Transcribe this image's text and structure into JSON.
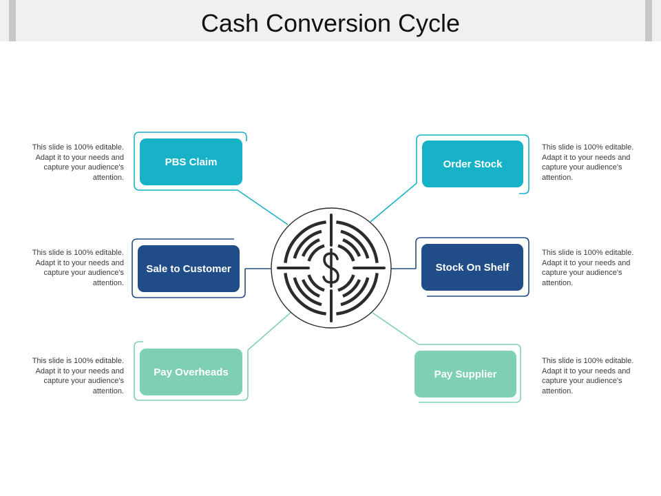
{
  "title": "Cash Conversion Cycle",
  "colors": {
    "teal": "#17b1c8",
    "navy": "#204d87",
    "mint": "#7ecfb5",
    "icon": "#2b2b2b"
  },
  "center_icon": "dollar-target-icon",
  "nodes": [
    {
      "id": "pbs-claim",
      "label": "PBS Claim",
      "color": "teal"
    },
    {
      "id": "sale-to-customer",
      "label": "Sale to Customer",
      "color": "navy"
    },
    {
      "id": "pay-overheads",
      "label": "Pay Overheads",
      "color": "mint"
    },
    {
      "id": "order-stock",
      "label": "Order Stock",
      "color": "teal"
    },
    {
      "id": "stock-on-shelf",
      "label": "Stock On Shelf",
      "color": "navy"
    },
    {
      "id": "pay-supplier",
      "label": "Pay Supplier",
      "color": "mint"
    }
  ],
  "descriptions": [
    "This slide is 100% editable. Adapt it to your needs and capture your audience's attention.",
    "This slide is 100% editable. Adapt it to your needs and capture your audience's attention.",
    "This slide is 100% editable. Adapt it to your needs and capture your audience's attention.",
    "This slide is 100% editable. Adapt it to your needs and capture your audience's attention.",
    "This slide is 100% editable. Adapt it to your needs and capture your audience's attention.",
    "This slide is 100% editable. Adapt it to your needs and capture your audience's attention."
  ]
}
